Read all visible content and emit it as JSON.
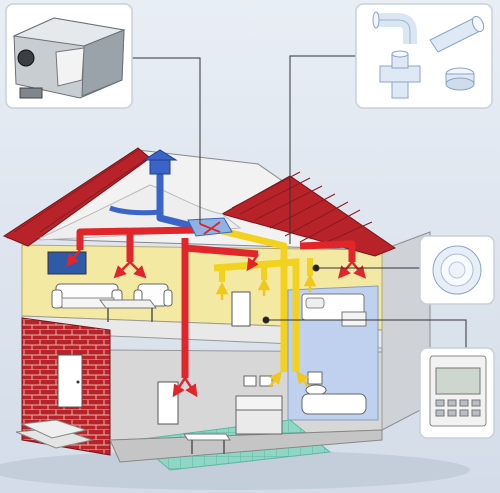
{
  "diagram": {
    "subject": "house-ventilation-heat-recovery",
    "insets": [
      {
        "id": "ventilation-unit",
        "label": ""
      },
      {
        "id": "duct-fittings",
        "label": ""
      },
      {
        "id": "ceiling-diffuser",
        "label": ""
      },
      {
        "id": "wall-controller",
        "label": ""
      }
    ],
    "airflow_colors": {
      "outdoor_intake": "#3a64c8",
      "supply_warm": "#e0262b",
      "extract": "#f2d21e",
      "arrow_supply": "#e0262b",
      "arrow_extract": "#f0c81a"
    },
    "palette": {
      "background": "#dfe6ef",
      "roof": "#b8232a",
      "brick": "#b8232a",
      "upper_wall": "#f3e9a3",
      "ground_interior": "#d7d7d7",
      "bathroom": "#bfd1ee",
      "tile_floor": "#8fd6c4"
    }
  }
}
